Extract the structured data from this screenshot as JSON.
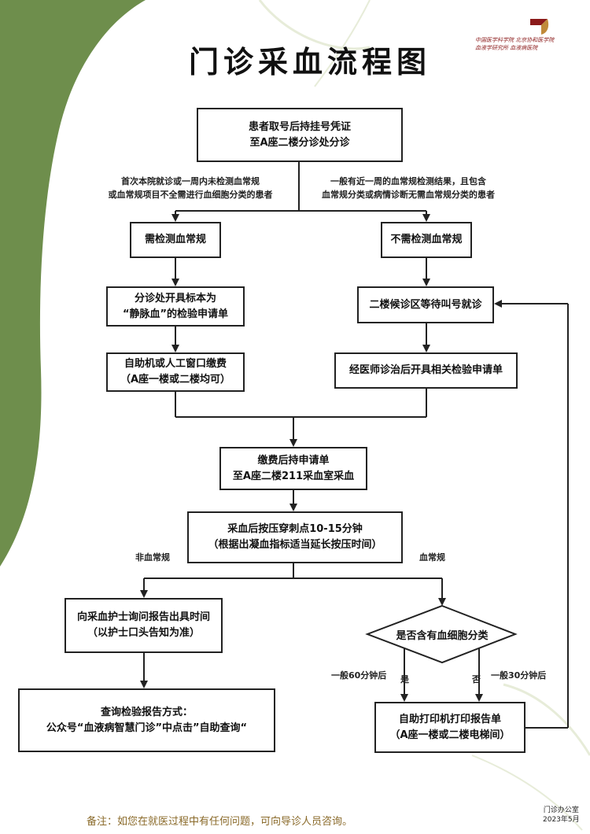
{
  "title": "门诊采血流程图",
  "logo": {
    "line1": "中国医学科学院 北京协和医学院",
    "line2": "血液学研究所 血液病医院"
  },
  "nodes": {
    "start": [
      "患者取号后持挂号凭证",
      "至A座二楼分诊处分诊"
    ],
    "need_test": [
      "需检测血常规"
    ],
    "no_need_test": [
      "不需检测血常规"
    ],
    "issue_request": [
      "分诊处开具标本为",
      "“静脉血”的检验申请单"
    ],
    "wait_call": [
      "二楼候诊区等待叫号就诊"
    ],
    "pay": [
      "自助机或人工窗口缴费",
      "（A座一楼或二楼均可）"
    ],
    "doctor_request": [
      "经医师诊治后开具相关检验申请单"
    ],
    "blood_draw": [
      "缴费后持申请单",
      "至A座二楼211采血室采血"
    ],
    "press": [
      "采血后按压穿刺点10-15分钟",
      "（根据出凝血指标适当延长按压时间）"
    ],
    "ask_nurse": [
      "向采血护士询问报告出具时间",
      "（以护士口头告知为准）"
    ],
    "decision": "是否含有血细胞分类",
    "query": [
      "查询检验报告方式：",
      "公众号“血液病智慧门诊”中点击”自助查询“"
    ],
    "print": [
      "自助打印机打印报告单",
      "（A座一楼或二楼电梯间）"
    ]
  },
  "labels": {
    "left_branch": [
      "首次本院就诊或一周内未检测血常规",
      "或血常规项目不全需进行血细胞分类的患者"
    ],
    "right_branch": [
      "一般有近一周的血常规检测结果，且包含",
      "血常规分类或病情诊断无需血常规分类的患者"
    ],
    "non_routine": "非血常规",
    "routine": "血常规",
    "yes": "是",
    "no": "否",
    "wait60": "一般60分钟后",
    "wait30": "一般30分钟后"
  },
  "note": "备注：如您在就医过程中有任何问题，可向导诊人员咨询。",
  "office": {
    "name": "门诊办公室",
    "date": "2023年5月"
  },
  "colors": {
    "decor_green": "#6e8e4c",
    "note_color": "#8a6a2a",
    "logo_red": "#8b1a1a"
  }
}
